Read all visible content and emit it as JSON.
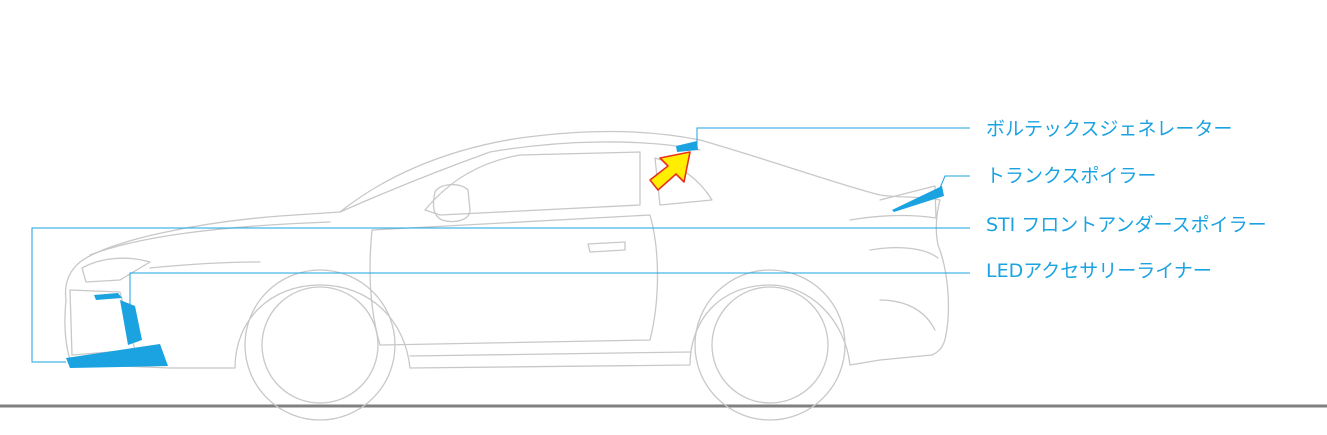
{
  "colors": {
    "accent": "#1aa3e0",
    "outline": "#c8c8c8",
    "arrow_fill": "#ffee00",
    "arrow_stroke": "#e8321e",
    "ground": "#808080"
  },
  "callouts": [
    {
      "id": "vortex-generator",
      "text": "ボルテックスジェネレーター"
    },
    {
      "id": "trunk-spoiler",
      "text": "トランクスポイラー"
    },
    {
      "id": "sti-front-under-spoiler",
      "text": "STI フロントアンダースポイラー"
    },
    {
      "id": "led-accessory-liner",
      "text": "LEDアクセサリーライナー"
    }
  ],
  "icons": {
    "pointer": "arrow-up-right-icon"
  }
}
